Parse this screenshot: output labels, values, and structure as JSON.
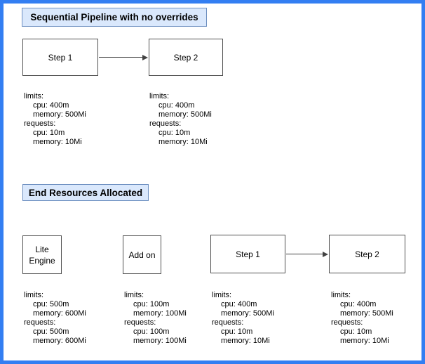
{
  "canvas": {
    "frame_color": "#337ef2",
    "background": "#ffffff",
    "title_fill": "#dae8fc",
    "title_stroke": "#6c8ebf",
    "node_stroke": "#505050"
  },
  "sections": [
    {
      "title": "Sequential Pipeline with no overrides",
      "nodes": [
        {
          "label": "Step 1"
        },
        {
          "label": "Step 2"
        }
      ],
      "connectors": [
        {
          "from": "Step 1",
          "to": "Step 2"
        }
      ],
      "resources": [
        {
          "lines": [
            "limits:",
            "cpu: 400m",
            "memory: 500Mi",
            "requests:",
            "cpu: 10m",
            "memory: 10Mi"
          ]
        },
        {
          "lines": [
            "limits:",
            "cpu: 400m",
            "memory: 500Mi",
            "requests:",
            "cpu: 10m",
            "memory: 10Mi"
          ]
        }
      ]
    },
    {
      "title": "End Resources Allocated",
      "nodes": [
        {
          "label": "Lite Engine"
        },
        {
          "label": "Add on"
        },
        {
          "label": "Step 1"
        },
        {
          "label": "Step 2"
        }
      ],
      "connectors": [
        {
          "from": "Step 1",
          "to": "Step 2"
        }
      ],
      "resources": [
        {
          "lines": [
            "limits:",
            "cpu: 500m",
            "memory: 600Mi",
            "requests:",
            "cpu: 500m",
            "memory: 600Mi"
          ]
        },
        {
          "lines": [
            "limits:",
            "cpu: 100m",
            "memory: 100Mi",
            "requests:",
            "cpu: 100m",
            "memory: 100Mi"
          ]
        },
        {
          "lines": [
            "limits:",
            "cpu: 400m",
            "memory: 500Mi",
            "requests:",
            "cpu: 10m",
            "memory: 10Mi"
          ]
        },
        {
          "lines": [
            "limits:",
            "cpu: 400m",
            "memory: 500Mi",
            "requests:",
            "cpu: 10m",
            "memory: 10Mi"
          ]
        }
      ]
    }
  ]
}
